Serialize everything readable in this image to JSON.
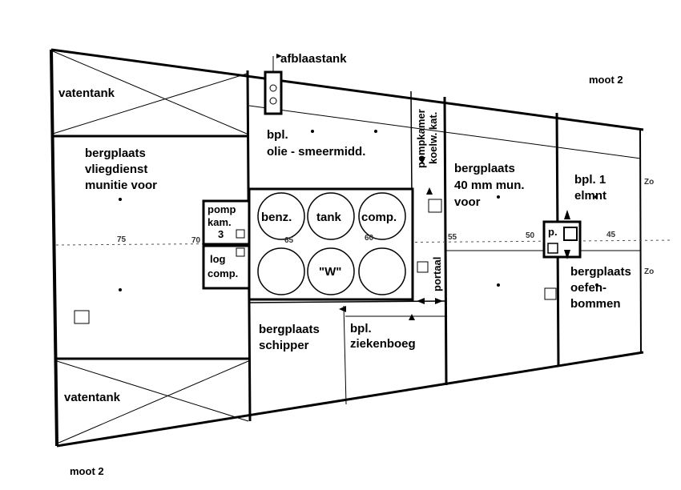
{
  "labels": {
    "moot_top": "moot 2",
    "moot_bottom": "moot 2",
    "vatentank_top": "vatentank",
    "vatentank_bottom": "vatentank",
    "afblaastank": "afblaastank",
    "vliegdienst_1": "bergplaats",
    "vliegdienst_2": "vliegdienst",
    "vliegdienst_3": "munitie voor",
    "olie_1": "bpl.",
    "olie_2": "olie - smeermidd.",
    "pompkamer_1": "pompkamer",
    "pompkamer_2": "koelw. kat.",
    "mm40_1": "bergplaats",
    "mm40_2": "40 mm mun.",
    "mm40_3": "voor",
    "elmnt_1": "bpl. 1",
    "elmnt_2": "elmnt",
    "pompkam_1": "pomp",
    "pompkam_2": "kam.",
    "pompkam_3": "3",
    "logcomp_1": "log",
    "logcomp_2": "comp.",
    "tank_benz": "benz.",
    "tank_tank": "tank",
    "tank_comp": "comp.",
    "tank_w": "\"W\"",
    "portaal": "portaal",
    "p": "p.",
    "oefen_1": "bergplaats",
    "oefen_2": "oefen-",
    "oefen_3": "bommen",
    "schipper_1": "bergplaats",
    "schipper_2": "schipper",
    "ziekenboeg_1": "bpl.",
    "ziekenboeg_2": "ziekenboeg",
    "edge_1": "Zo",
    "edge_2": "Zo"
  },
  "frames": [
    "75",
    "70",
    "65",
    "60",
    "55",
    "50",
    "45"
  ]
}
